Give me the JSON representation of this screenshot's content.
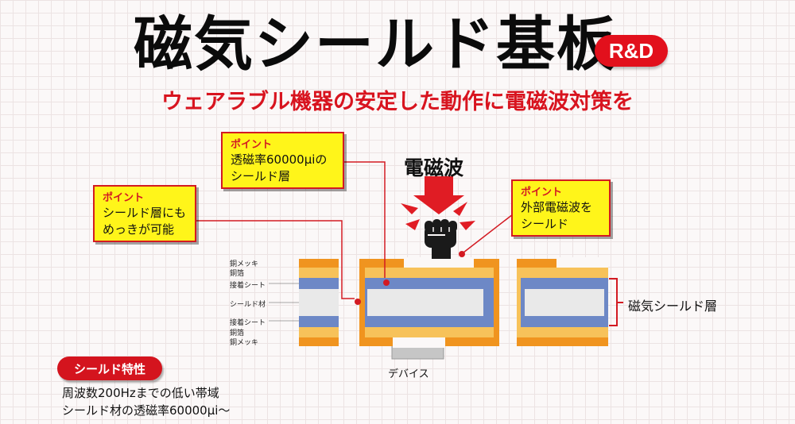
{
  "title": "磁気シールド基板",
  "badge": "R&D",
  "subtitle": "ウェアラブル機器の安定した動作に電磁波対策を",
  "callouts": [
    {
      "head": "ポイント",
      "lines": [
        "シールド層にも",
        "めっきが可能"
      ]
    },
    {
      "head": "ポイント",
      "lines": [
        "透磁率60000μiの",
        "シールド層"
      ]
    },
    {
      "head": "ポイント",
      "lines": [
        "外部電磁波を",
        "シールド"
      ]
    }
  ],
  "wave_label": "電磁波",
  "layers": [
    "銅メッキ",
    "銅箔",
    "接着シート",
    "シールド材",
    "接着シート",
    "銅箔",
    "銅メッキ"
  ],
  "bracket_label": "磁気シールド層",
  "device_label": "デバイス",
  "spec": {
    "badge": "シールド特性",
    "lines": [
      "周波数200Hzまでの低い帯域",
      "シールド材の透磁率60000μi〜"
    ]
  },
  "colors": {
    "accent_red": "#d8141f",
    "callout_yellow": "#fff51a",
    "copper_plating": "#f0941f",
    "copper_foil": "#f7c25a",
    "adhesive": "#6d88c6",
    "shield": "#e8e8e8",
    "device": "#c8c8c8"
  },
  "icons": [
    "fist-icon",
    "down-arrow-icon",
    "burst-icon"
  ]
}
